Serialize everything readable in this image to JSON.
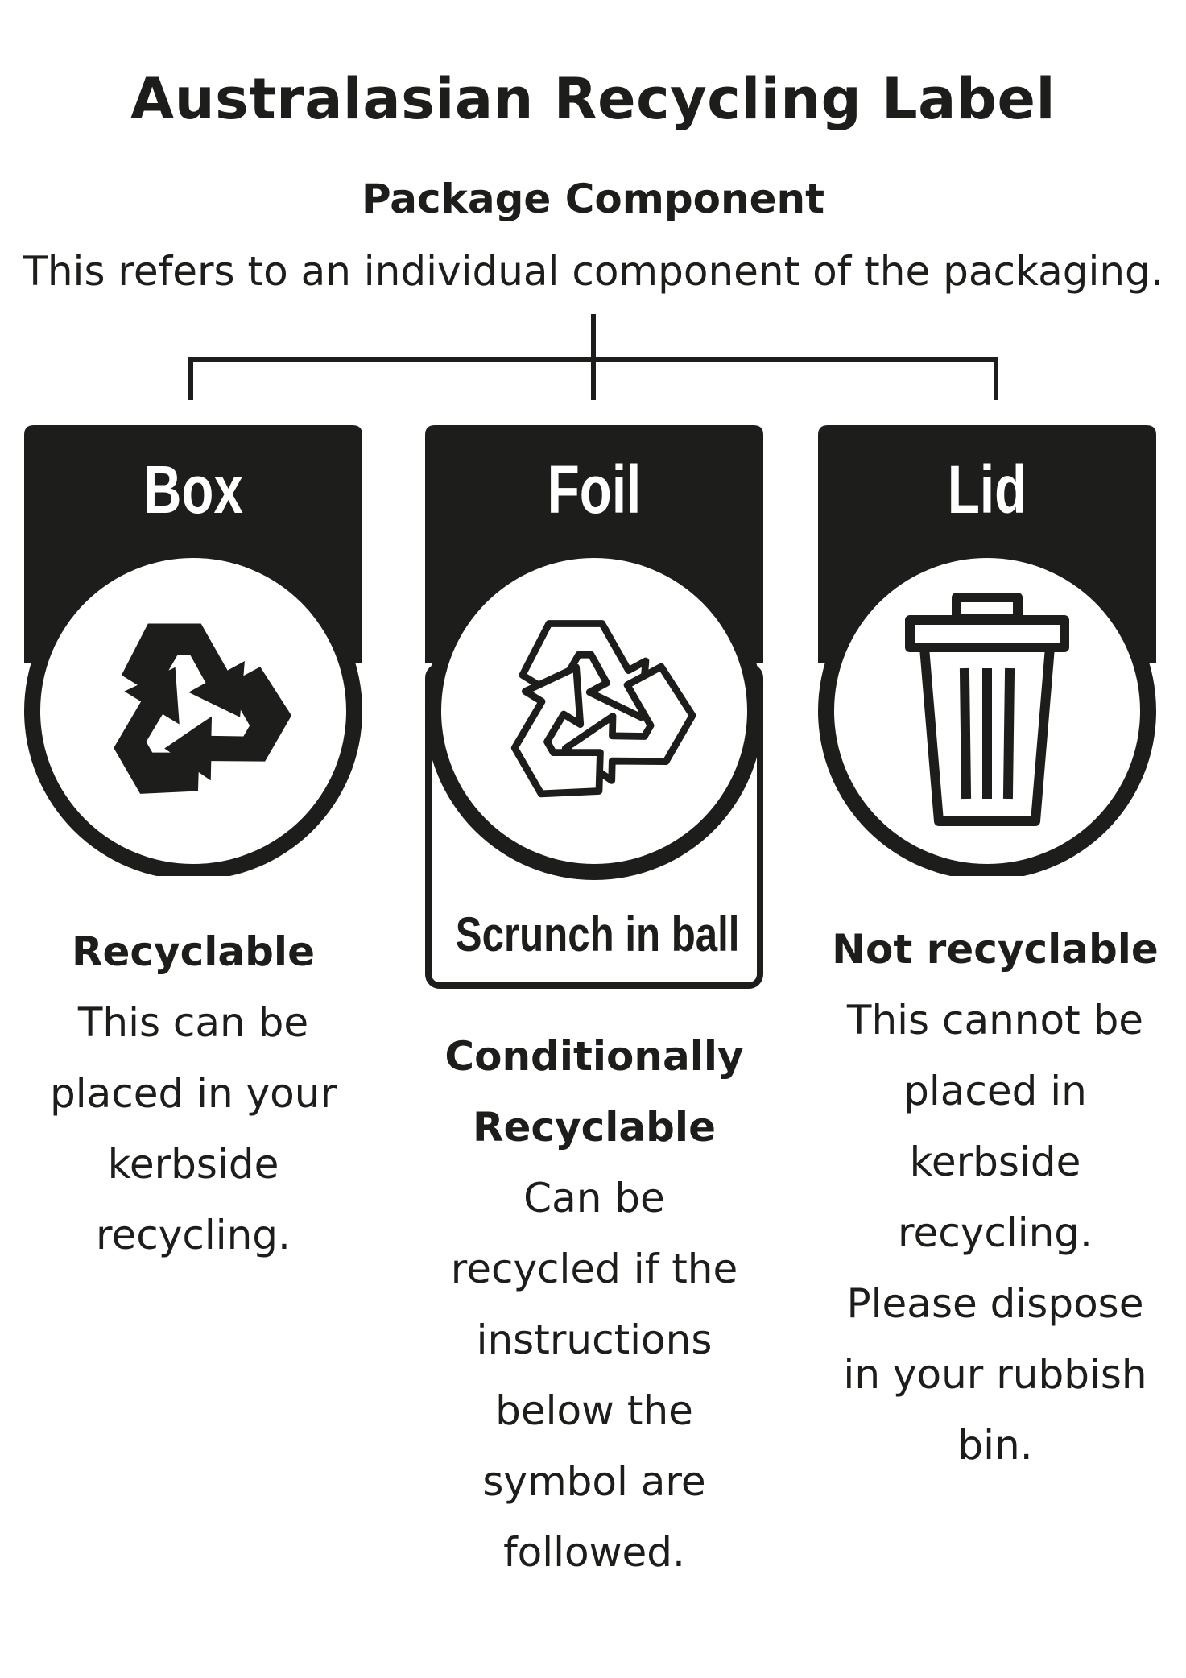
{
  "header": {
    "title": "Australasian Recycling Label",
    "subtitle": "Package Component",
    "description": "This refers to an individual component of the packaging."
  },
  "components": [
    {
      "name": "Box",
      "icon": "recycle-solid-icon",
      "status": "Recyclable",
      "description_lines": [
        "This can be",
        "placed in your",
        "kerbside",
        "recycling."
      ]
    },
    {
      "name": "Foil",
      "icon": "recycle-outline-icon",
      "condition": "Scrunch in ball",
      "status_lines": [
        "Conditionally",
        "Recyclable"
      ],
      "description_lines": [
        "Can be",
        "recycled if the",
        "instructions",
        "below the",
        "symbol are",
        "followed."
      ]
    },
    {
      "name": "Lid",
      "icon": "trash-bin-icon",
      "status": "Not recyclable",
      "description_lines": [
        "This cannot be",
        "placed in",
        "kerbside",
        "recycling.",
        "Please dispose",
        "in your rubbish",
        "bin."
      ]
    }
  ],
  "colors": {
    "ink": "#1d1d1b",
    "background": "#ffffff"
  }
}
